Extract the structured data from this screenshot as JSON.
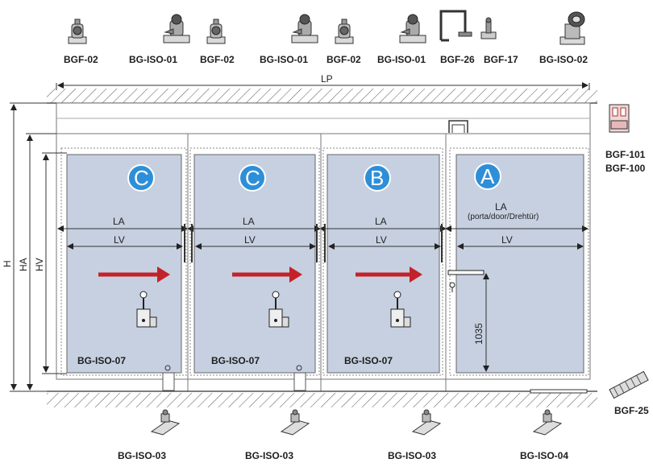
{
  "colors": {
    "glass": "#c6d0e0",
    "panel_border": "#6b6b6b",
    "arrow": "#c4222a",
    "circle": "#2e8fd8",
    "hatch": "#444444"
  },
  "top_parts": [
    {
      "label": "BGF-02",
      "icon": "bracket-roller-icon"
    },
    {
      "label": "BG-ISO-01",
      "icon": "roller-carriage-icon"
    },
    {
      "label": "BGF-02",
      "icon": "bracket-roller-icon"
    },
    {
      "label": "BG-ISO-01",
      "icon": "roller-carriage-icon"
    },
    {
      "label": "BGF-02",
      "icon": "bracket-roller-icon"
    },
    {
      "label": "BG-ISO-01",
      "icon": "roller-carriage-icon"
    },
    {
      "label": "BGF-26",
      "icon": "clip-bracket-icon"
    },
    {
      "label": "BGF-17",
      "icon": "pin-icon"
    },
    {
      "label": "BG-ISO-02",
      "icon": "end-stop-roller-icon"
    }
  ],
  "right_parts": {
    "profile_labels": [
      "BGF-101",
      "BGF-100"
    ],
    "rail_label": "BGF-25"
  },
  "dimensions": {
    "lp": "LP",
    "h": "H",
    "ha": "HA",
    "hv": "HV",
    "height_1035": "1035"
  },
  "panels": [
    {
      "letter": "C",
      "la": "LA",
      "lv": "LV",
      "lock_label": "BG-ISO-07"
    },
    {
      "letter": "C",
      "la": "LA",
      "lv": "LV",
      "lock_label": "BG-ISO-07"
    },
    {
      "letter": "B",
      "la": "LA",
      "lv": "LV",
      "lock_label": "BG-ISO-07"
    },
    {
      "letter": "A",
      "la": "LA",
      "la_note": "(porta/door/Drehtür)",
      "lv": "LV"
    }
  ],
  "bottom_parts": [
    {
      "label": "BG-ISO-03",
      "icon": "floor-guide-icon"
    },
    {
      "label": "BG-ISO-03",
      "icon": "floor-guide-icon"
    },
    {
      "label": "BG-ISO-03",
      "icon": "floor-guide-icon"
    },
    {
      "label": "BG-ISO-04",
      "icon": "floor-guide-icon"
    }
  ]
}
